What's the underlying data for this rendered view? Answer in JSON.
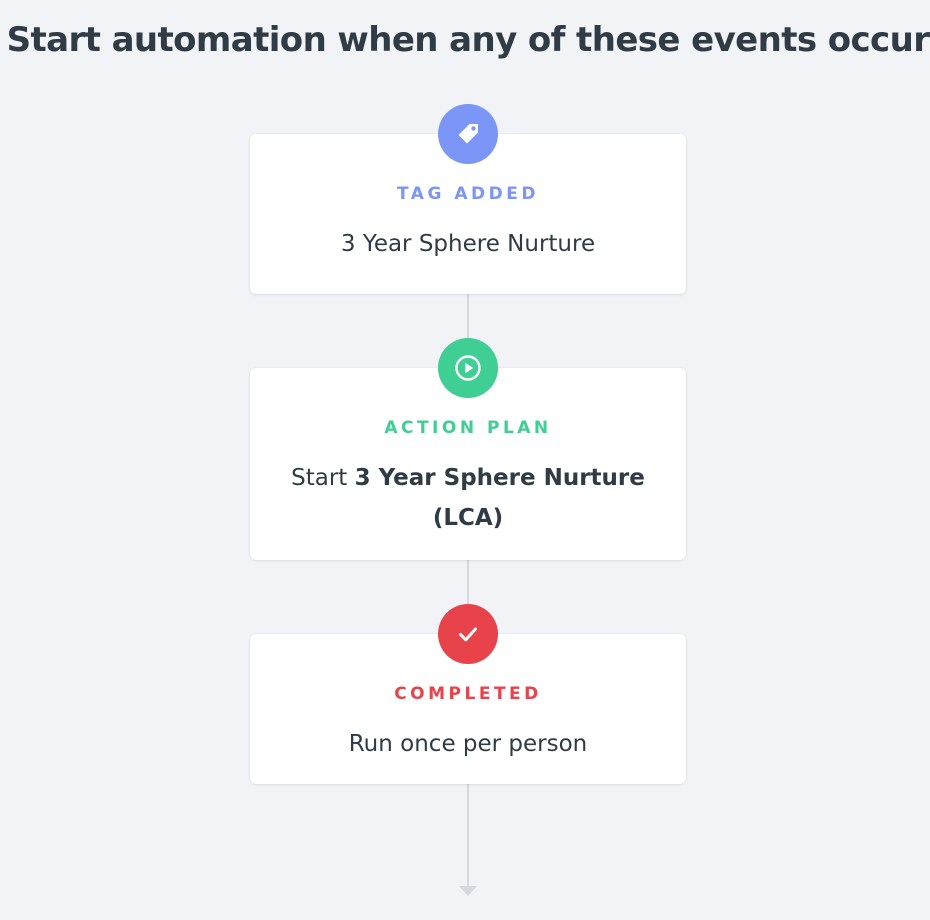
{
  "page": {
    "title": "Start automation when any of these events occur"
  },
  "steps": [
    {
      "label": "TAG ADDED",
      "text": "3 Year Sphere Nurture",
      "icon": "tag-icon",
      "color": "#7b96f7"
    },
    {
      "label": "ACTION PLAN",
      "text_prefix": "Start ",
      "text_bold": "3 Year Sphere Nurture (LCA)",
      "icon": "play-icon",
      "color": "#3fce93"
    },
    {
      "label": "COMPLETED",
      "text": "Run once per person",
      "icon": "check-icon",
      "color": "#e8434b"
    }
  ]
}
